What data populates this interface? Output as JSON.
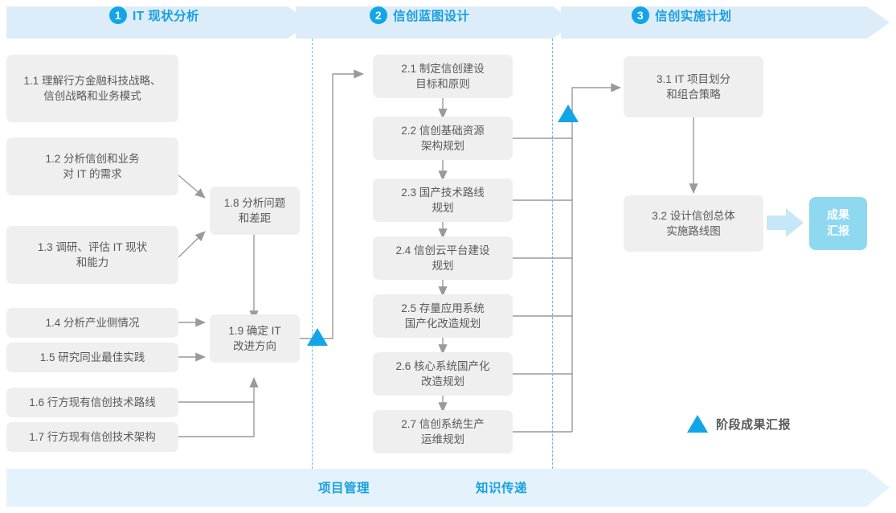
{
  "colors": {
    "accent_blue": "#12a5e8",
    "band_blue": "#dcedf9",
    "label_blue": "#1a9fe0",
    "node_gray": "#efefef",
    "node_text": "#595959",
    "result_blue": "#8ed8f0",
    "dash_blue": "#5cc0e8",
    "wire_gray": "#9a9a9a"
  },
  "header": {
    "phases": [
      {
        "number": "1",
        "title": "IT 现状分析"
      },
      {
        "number": "2",
        "title": "信创蓝图设计"
      },
      {
        "number": "3",
        "title": "信创实施计划"
      }
    ]
  },
  "phase1": {
    "inputs": [
      {
        "id": "1.1",
        "label": "1.1 理解行方金融科技战略、\n信创战略和业务模式"
      },
      {
        "id": "1.2",
        "label": "1.2 分析信创和业务\n对 IT 的需求"
      },
      {
        "id": "1.3",
        "label": "1.3 调研、评估 IT 现状\n和能力"
      },
      {
        "id": "1.4",
        "label": "1.4 分析产业侧情况"
      },
      {
        "id": "1.5",
        "label": "1.5 研究同业最佳实践"
      },
      {
        "id": "1.6",
        "label": "1.6 行方现有信创技术路线"
      },
      {
        "id": "1.7",
        "label": "1.7 行方现有信创技术架构"
      }
    ],
    "synthesis": [
      {
        "id": "1.8",
        "label": "1.8 分析问题\n和差距"
      },
      {
        "id": "1.9",
        "label": "1.9 确定 IT\n改进方向"
      }
    ]
  },
  "phase2": {
    "steps": [
      {
        "id": "2.1",
        "label": "2.1 制定信创建设\n目标和原则"
      },
      {
        "id": "2.2",
        "label": "2.2 信创基础资源\n架构规划"
      },
      {
        "id": "2.3",
        "label": "2.3 国产技术路线\n规划"
      },
      {
        "id": "2.4",
        "label": "2.4 信创云平台建设\n规划"
      },
      {
        "id": "2.5",
        "label": "2.5 存量应用系统\n国产化改造规划"
      },
      {
        "id": "2.6",
        "label": "2.6 核心系统国产化\n改造规划"
      },
      {
        "id": "2.7",
        "label": "2.7 信创系统生产\n运维规划"
      }
    ]
  },
  "phase3": {
    "steps": [
      {
        "id": "3.1",
        "label": "3.1 IT 项目划分\n和组合策略"
      },
      {
        "id": "3.2",
        "label": "3.2 设计信创总体\n实施路线图"
      }
    ],
    "result": {
      "id": "result",
      "label": "成果\n汇报"
    }
  },
  "legend": {
    "milestone_label": "阶段成果汇报"
  },
  "footer": {
    "labels": [
      "项目管理",
      "知识传递"
    ]
  }
}
